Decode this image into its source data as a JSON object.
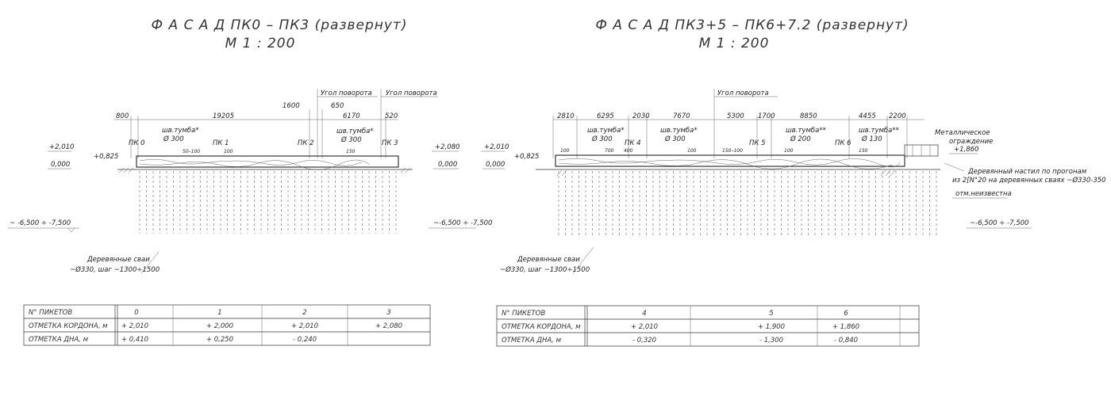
{
  "left": {
    "title": "Ф А С А Д   ПК0 – ПК3   (развернут)",
    "scale": "М 1 : 200",
    "dims_top": [
      {
        "text": "800"
      },
      {
        "text": "19205"
      },
      {
        "text": "1600"
      },
      {
        "text": "650"
      },
      {
        "text": "6170"
      },
      {
        "text": "520"
      }
    ],
    "corner_labels": [
      "Угол поворота",
      "Угол поворота"
    ],
    "pk_labels": [
      "ПК 0",
      "ПК 1",
      "ПК 2",
      "ПК 3"
    ],
    "bollards": [
      "шв.тумба*",
      "Ø 300",
      "шв.тумба*",
      "Ø 300"
    ],
    "small_notes": [
      "50–100",
      "100",
      "150"
    ],
    "elevations_left": [
      "+2,010",
      "0,000",
      "+0,825",
      "~ -6,500 ÷ -7,500"
    ],
    "elevations_right": [
      "+2,080",
      "0,000",
      "~-6,500 ÷ -7,500"
    ],
    "piles_note": [
      "Деревянные сваи",
      "~Ø330, шаг ~1300÷1500"
    ],
    "table": {
      "rows": [
        {
          "head": "N° ПИКЕТОВ",
          "cells": [
            "0",
            "1",
            "2",
            "3"
          ]
        },
        {
          "head": "ОТМЕТКА КОРДОНА, м",
          "cells": [
            "+ 2,010",
            "+ 2,000",
            "+ 2,010",
            "+ 2,080"
          ]
        },
        {
          "head": "ОТМЕТКА ДНА, м",
          "cells": [
            "+ 0,410",
            "+ 0,250",
            "- 0,240",
            ""
          ]
        }
      ]
    }
  },
  "right": {
    "title": "Ф А С А Д   ПК3+5 – ПК6+7.2   (развернут)",
    "scale": "М 1 : 200",
    "dims_top": [
      {
        "text": "2810"
      },
      {
        "text": "6295"
      },
      {
        "text": "2030"
      },
      {
        "text": "7670"
      },
      {
        "text": "5300"
      },
      {
        "text": "1700"
      },
      {
        "text": "8850"
      },
      {
        "text": "4455"
      },
      {
        "text": "2200"
      }
    ],
    "corner_label": "Угол поворота",
    "pk_labels": [
      "ПК 4",
      "ПК 5",
      "ПК 6"
    ],
    "bollards": [
      "шв.тумба*",
      "Ø 300",
      "шв.тумба*",
      "Ø 300",
      "шв.тумба**",
      "Ø 200",
      "шв.тумба**",
      "Ø 130"
    ],
    "small_notes": [
      "100",
      "700",
      "400",
      "100",
      "150–100",
      "100",
      "150"
    ],
    "elevations_left": [
      "+2,010",
      "0,000",
      "+0,825"
    ],
    "fence_note": [
      "Металлическое",
      "ограждение"
    ],
    "fence_elev": "+1,860",
    "deck_note": [
      "Деревянный настил по прогонам",
      "из 2[N°20 на деревянных сваях ~Ø330-350"
    ],
    "unknown_note": "отм.неизвестна",
    "bottom_elev": "~-6,500 ÷ -7,500",
    "piles_note": [
      "Деревянные сваи",
      "~Ø330, шаг ~1300÷1500"
    ],
    "table": {
      "rows": [
        {
          "head": "N° ПИКЕТОВ",
          "cells": [
            "4",
            "5",
            "6"
          ]
        },
        {
          "head": "ОТМЕТКА КОРДОНА, м",
          "cells": [
            "+ 2,010",
            "+ 1,900",
            "+ 1,860"
          ]
        },
        {
          "head": "ОТМЕТКА ДНА, м",
          "cells": [
            "- 0,320",
            "- 1,300",
            "- 0,840"
          ]
        }
      ]
    }
  }
}
